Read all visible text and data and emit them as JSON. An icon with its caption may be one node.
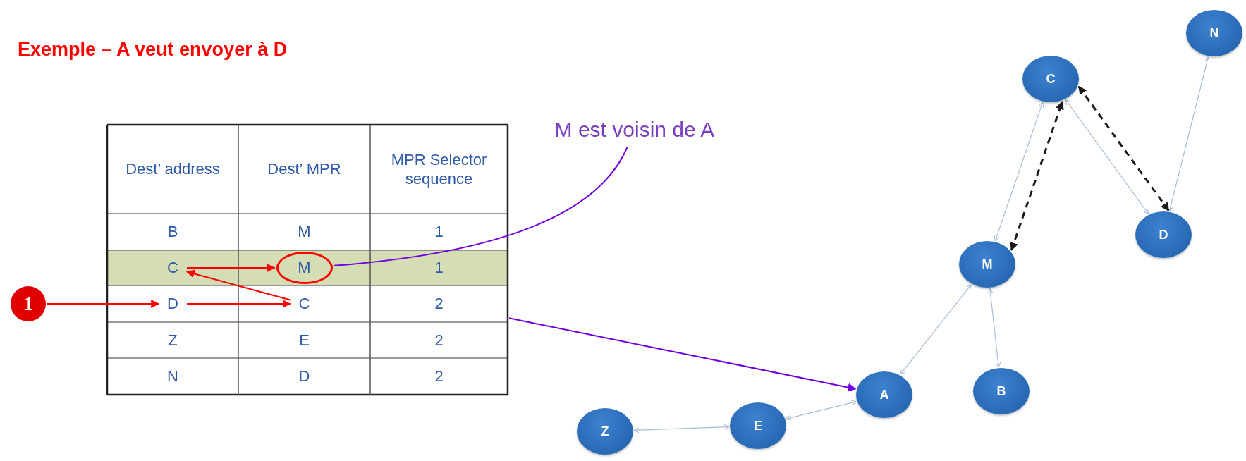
{
  "diagram": {
    "title": "Exemple – A veut envoyer à D",
    "nodes": [
      {
        "text": [
          "M est voisin de A"
        ]
      },
      {
        "text": [
          "C"
        ]
      },
      {
        "text": [
          "M"
        ]
      },
      {
        "text": [
          "1"
        ]
      },
      {
        "text": [
          "D"
        ]
      },
      {
        "text": [
          "C"
        ]
      },
      {
        "text": [
          "2"
        ]
      },
      {
        "text": [
          "N"
        ]
      },
      {
        "text": [
          "C"
        ]
      },
      {
        "text": [
          "D"
        ]
      },
      {
        "text": [
          "M"
        ]
      },
      {
        "text": [
          "A"
        ]
      },
      {
        "text": [
          "B"
        ]
      },
      {
        "text": [
          "Z"
        ]
      },
      {
        "text": [
          "E"
        ]
      }
    ],
    "edges": [
      {
        "from": 3,
        "to": 4,
        "arrow": "to",
        "color": "#ff0000"
      },
      {
        "from": 4,
        "to": 5,
        "arrow": "to",
        "color": "#ff0000"
      },
      {
        "from": 5,
        "to": 1,
        "arrow": "to",
        "color": "#ff0000"
      },
      {
        "from": 1,
        "to": 2,
        "arrow": "to",
        "color": "#ff0000"
      },
      {
        "from": 0,
        "to": 2,
        "arrow": "none",
        "color": "#7000e0"
      },
      {
        "from": 6,
        "to": 11,
        "arrow": "to",
        "color": "#7000e0"
      },
      {
        "from": 10,
        "to": 8,
        "arrow": "both"
      },
      {
        "from": 8,
        "to": 9,
        "arrow": "both"
      },
      {
        "from": 7,
        "to": 9,
        "arrow": "both"
      },
      {
        "from": 10,
        "to": 11,
        "arrow": "both"
      },
      {
        "from": 10,
        "to": 12,
        "arrow": "both"
      },
      {
        "from": 11,
        "to": 14,
        "arrow": "both"
      },
      {
        "from": 14,
        "to": 13,
        "arrow": "both"
      },
      {
        "from": 10,
        "to": 8,
        "arrow": "both",
        "style": "dashed",
        "color": "#1a1a1a"
      },
      {
        "from": 8,
        "to": 9,
        "arrow": "both",
        "style": "dashed",
        "color": "#1a1a1a"
      }
    ],
    "labels": [
      "Dest’ address",
      "Dest’ MPR",
      "MPR Selector sequence",
      "B",
      "M",
      "1",
      "1",
      "Z",
      "E",
      "2",
      "N",
      "D",
      "2"
    ]
  }
}
